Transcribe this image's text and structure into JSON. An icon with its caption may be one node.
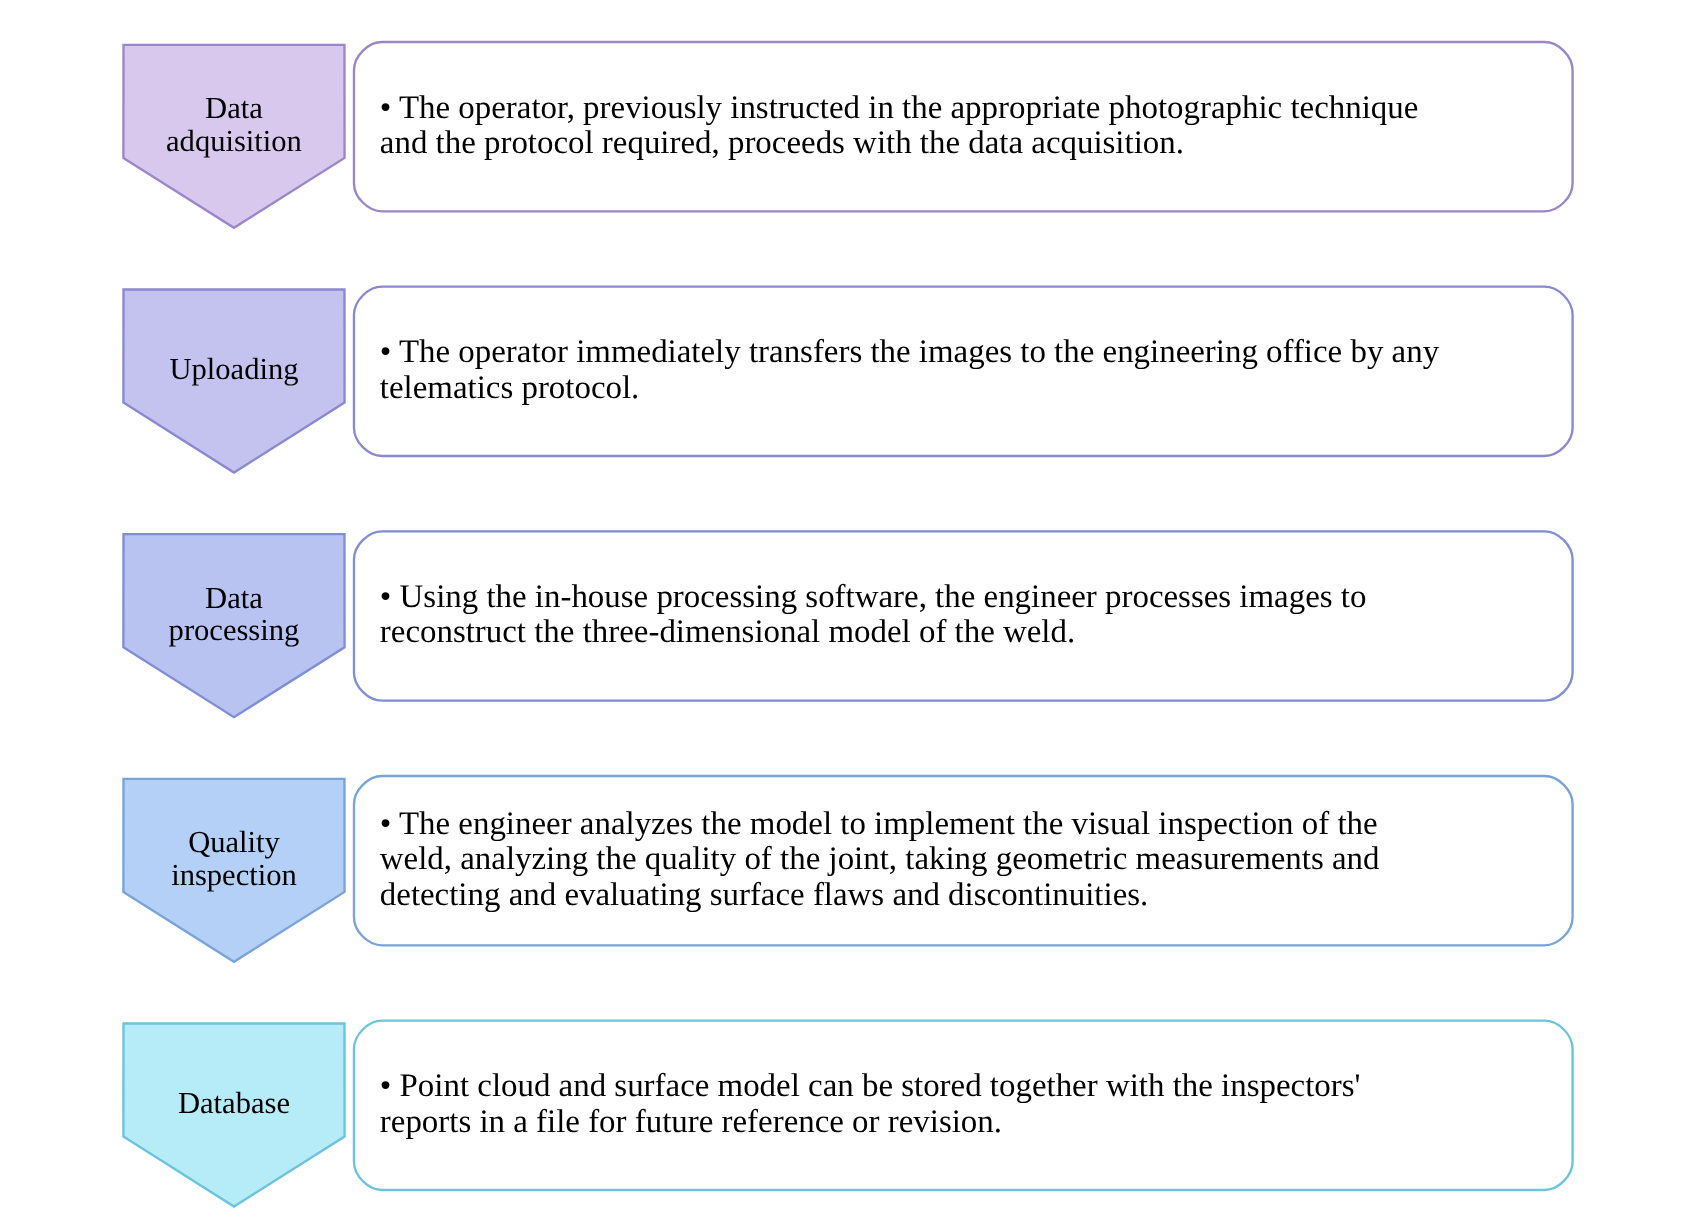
{
  "diagram": {
    "nodes": [
      {
        "text": [
          "Data adquisition"
        ]
      },
      {
        "text": [
          "• The operator, previously instructed in the appropriate photographic technique and the protocol required, proceeds with the data acquisition."
        ]
      },
      {
        "text": [
          "Uploading"
        ]
      },
      {
        "text": [
          "• The operator immediately transfers the images to the engineering office by any telematics protocol."
        ]
      },
      {
        "text": [
          "Data processing"
        ]
      },
      {
        "text": [
          "• Using the in-house processing software, the engineer processes images to reconstruct the three-dimensional model of the weld."
        ]
      },
      {
        "text": [
          "Quality inspection"
        ]
      },
      {
        "text": [
          "• The engineer analyzes the model to implement the visual inspection of the weld, analyzing the quality of the joint, taking geometric measurements and detecting and evaluating surface flaws and discontinuities."
        ]
      },
      {
        "text": [
          "Database"
        ]
      },
      {
        "text": [
          "• Point cloud and surface model can be stored together with the inspectors' reports in a file for future reference or revision."
        ]
      }
    ],
    "edges": []
  }
}
